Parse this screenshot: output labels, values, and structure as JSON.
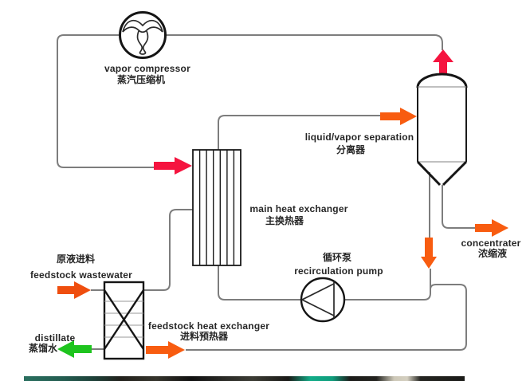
{
  "diagram": {
    "equipment": {
      "compressor": {
        "en": "vapor compressor",
        "zh": "蒸汽压缩机"
      },
      "separator": {
        "en": "liquid/vapor separation",
        "zh": "分离器"
      },
      "main_hx": {
        "en": "main heat exchanger",
        "zh": "主换热器"
      },
      "pump": {
        "en": "recirculation pump",
        "zh": "循环泵"
      },
      "feed_hx": {
        "en": "feedstock heat exchanger",
        "zh": "进料预热器"
      }
    },
    "streams": {
      "feed": {
        "en": "feedstock wastewater",
        "zh": "原液进料"
      },
      "distillate": {
        "en": "distillate",
        "zh": "蒸馏水"
      },
      "concentrate": {
        "en": "concentrater",
        "zh": "浓缩液"
      }
    },
    "colors": {
      "vapor_arrow": "#f5143f",
      "liquid_arrow": "#f85c10",
      "feed_arrow": "#ef4e0e",
      "distillate_arrow": "#1ec41e",
      "pipe": "#7d7d7d",
      "ink": "#151515"
    }
  }
}
